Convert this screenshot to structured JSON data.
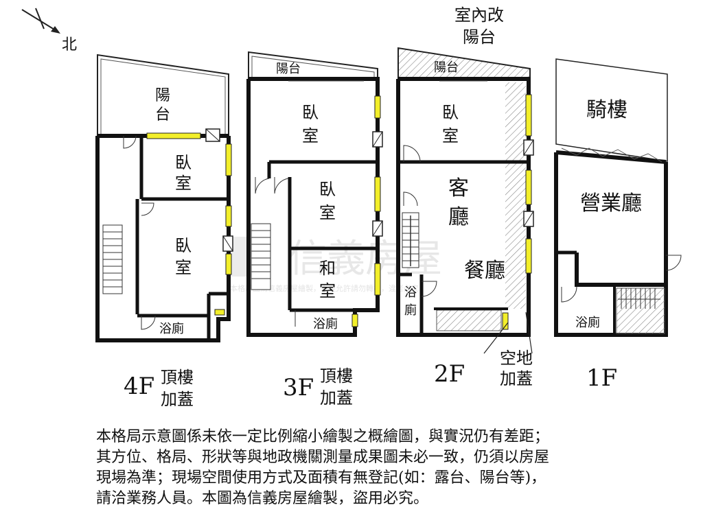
{
  "compass": {
    "label": "北"
  },
  "watermark": {
    "brand": "信義房屋",
    "notice": "本格局圖為信義房屋繪製，未經允許請勿轉載，違者必究"
  },
  "floors": {
    "f4": {
      "name": "4F",
      "note_line1": "頂樓",
      "note_line2": "加蓋",
      "balcony_line1": "陽",
      "balcony_line2": "台",
      "bedroom_a_line1": "臥",
      "bedroom_a_line2": "室",
      "bedroom_b_line1": "臥",
      "bedroom_b_line2": "室",
      "bathroom": "浴廁"
    },
    "f3": {
      "name": "3F",
      "note_line1": "頂樓",
      "note_line2": "加蓋",
      "balcony": "陽台",
      "bedroom_a_line1": "臥",
      "bedroom_a_line2": "室",
      "bedroom_b_line1": "臥",
      "bedroom_b_line2": "室",
      "japanese_room_line1": "和",
      "japanese_room_line2": "室",
      "bathroom": "浴廁"
    },
    "f2": {
      "name": "2F",
      "enclosed_balcony_line1": "室內改",
      "enclosed_balcony_line2": "陽台",
      "balcony": "陽台",
      "bedroom_line1": "臥",
      "bedroom_line2": "室",
      "living_line1": "客",
      "living_line2": "廳",
      "dining": "餐廳",
      "bath_line1": "浴",
      "bath_line2": "廁",
      "yard_line1": "空地",
      "yard_line2": "加蓋"
    },
    "f1": {
      "name": "1F",
      "arcade": "騎樓",
      "business_hall": "營業廳",
      "bathroom": "浴廁"
    }
  },
  "disclaimer": {
    "line1": "本格局示意圖係未依一定比例縮小繪製之概繪圖，與實況仍有差距；",
    "line2": "其方位、格局、形狀等與地政機關測量成果圖未必一致，仍須以房屋",
    "line3": "現場為準；現場空間使用方式及面積有無登記(如：露台、陽台等)，",
    "line4": "請洽業務人員。本圖為信義房屋繪製，盜用必究。"
  }
}
